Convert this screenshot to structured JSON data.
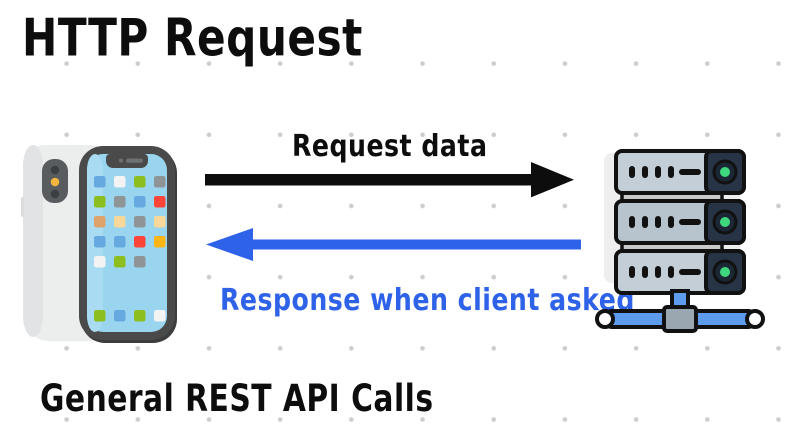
{
  "diagram": {
    "title": "HTTP Request",
    "caption": "General REST API Calls",
    "background_color": "#ffffff",
    "dot_color": "#cdcdcd"
  },
  "flows": [
    {
      "id": "request",
      "label": "Request data",
      "direction": "client-to-server",
      "color": "#0d0d0d",
      "label_position": "above-arrow"
    },
    {
      "id": "response",
      "label": "Response when client asked",
      "direction": "server-to-client",
      "color": "#2e62e8",
      "label_position": "below-arrow"
    }
  ],
  "nodes": {
    "client": {
      "type": "smartphone",
      "role": "client",
      "screen_color": "#9ad5f0",
      "frame_color": "#4a4a4a",
      "body_color": "#eceded",
      "app_rows": [
        [
          "#66a9e0",
          "#f2f3f2",
          "#8cbe20",
          "#8f9496"
        ],
        [
          "#8cbe20",
          "#8f9496",
          "#66a9e0",
          "#fc4438"
        ],
        [
          "#ddа36a",
          "#f8d79a",
          "#8f9496",
          "#f8d79a"
        ],
        [
          "#66a9e0",
          "#66a9e0",
          "#fc4438",
          "#fcb513"
        ],
        [
          "#f2f3f2",
          "#8cbe20",
          "#8f9496"
        ]
      ],
      "dock_apps": [
        "#8cbe20",
        "#66a9e0",
        "#8cbe20",
        "#f2f3f2"
      ],
      "camera_flash_color": "#f5b53f"
    },
    "server": {
      "type": "server-rack",
      "role": "server",
      "unit_count": 3,
      "unit_body_color": "#c3ced6",
      "unit_panel_color": "#263445",
      "led_color": "#3fd77d",
      "outline_color": "#111111",
      "cable_color": "#5d9cec",
      "indicator_dots_per_unit": 4
    }
  }
}
